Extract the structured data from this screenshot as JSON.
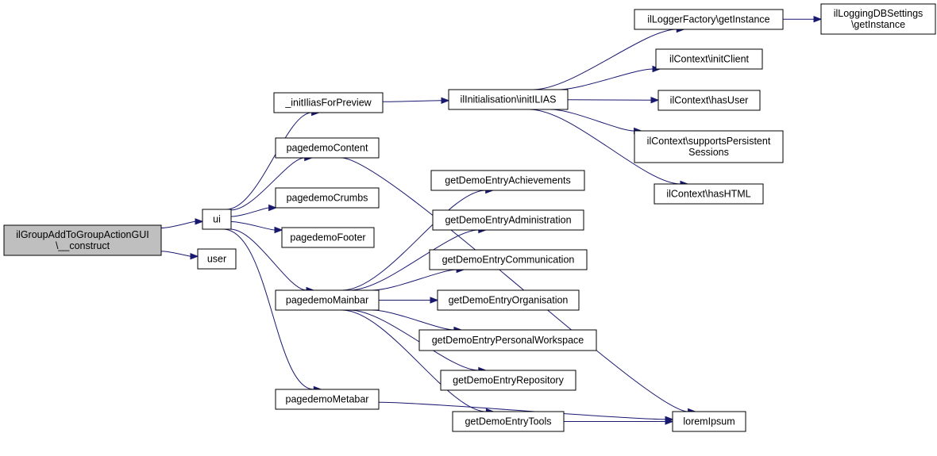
{
  "graph": {
    "edge_color": "#191970",
    "root_fill": "#bfbfbf",
    "nodes": [
      {
        "id": "root",
        "lines": [
          "ilGroupAddToGroupActionGUI",
          "\\__construct"
        ]
      },
      {
        "id": "ui",
        "lines": [
          "ui"
        ]
      },
      {
        "id": "user",
        "lines": [
          "user"
        ]
      },
      {
        "id": "initIlias",
        "lines": [
          "_initIliasForPreview"
        ]
      },
      {
        "id": "pdContent",
        "lines": [
          "pagedemoContent"
        ]
      },
      {
        "id": "pdCrumbs",
        "lines": [
          "pagedemoCrumbs"
        ]
      },
      {
        "id": "pdFooter",
        "lines": [
          "pagedemoFooter"
        ]
      },
      {
        "id": "pdMainbar",
        "lines": [
          "pagedemoMainbar"
        ]
      },
      {
        "id": "pdMetabar",
        "lines": [
          "pagedemoMetabar"
        ]
      },
      {
        "id": "initILIAS",
        "lines": [
          "ilInitialisation\\initILIAS"
        ]
      },
      {
        "id": "loggerFactory",
        "lines": [
          "ilLoggerFactory\\getInstance"
        ]
      },
      {
        "id": "loggingDB",
        "lines": [
          "ilLoggingDBSettings",
          "\\getInstance"
        ]
      },
      {
        "id": "initClient",
        "lines": [
          "ilContext\\initClient"
        ]
      },
      {
        "id": "hasUser",
        "lines": [
          "ilContext\\hasUser"
        ]
      },
      {
        "id": "supportsPS",
        "lines": [
          "ilContext\\supportsPersistent",
          "Sessions"
        ]
      },
      {
        "id": "hasHTML",
        "lines": [
          "ilContext\\hasHTML"
        ]
      },
      {
        "id": "achievements",
        "lines": [
          "getDemoEntryAchievements"
        ]
      },
      {
        "id": "administration",
        "lines": [
          "getDemoEntryAdministration"
        ]
      },
      {
        "id": "communication",
        "lines": [
          "getDemoEntryCommunication"
        ]
      },
      {
        "id": "organisation",
        "lines": [
          "getDemoEntryOrganisation"
        ]
      },
      {
        "id": "workspace",
        "lines": [
          "getDemoEntryPersonalWorkspace"
        ]
      },
      {
        "id": "repository",
        "lines": [
          "getDemoEntryRepository"
        ]
      },
      {
        "id": "tools",
        "lines": [
          "getDemoEntryTools"
        ]
      },
      {
        "id": "lorem",
        "lines": [
          "loremIpsum"
        ]
      }
    ],
    "edges": [
      {
        "from": "root",
        "to": "ui"
      },
      {
        "from": "root",
        "to": "user"
      },
      {
        "from": "ui",
        "to": "initIlias"
      },
      {
        "from": "ui",
        "to": "pdContent"
      },
      {
        "from": "ui",
        "to": "pdCrumbs"
      },
      {
        "from": "ui",
        "to": "pdFooter"
      },
      {
        "from": "ui",
        "to": "pdMainbar"
      },
      {
        "from": "ui",
        "to": "pdMetabar"
      },
      {
        "from": "initIlias",
        "to": "initILIAS"
      },
      {
        "from": "initILIAS",
        "to": "loggerFactory"
      },
      {
        "from": "initILIAS",
        "to": "initClient"
      },
      {
        "from": "initILIAS",
        "to": "hasUser"
      },
      {
        "from": "initILIAS",
        "to": "supportsPS"
      },
      {
        "from": "initILIAS",
        "to": "hasHTML"
      },
      {
        "from": "loggerFactory",
        "to": "loggingDB"
      },
      {
        "from": "pdContent",
        "to": "lorem"
      },
      {
        "from": "pdMainbar",
        "to": "achievements"
      },
      {
        "from": "pdMainbar",
        "to": "administration"
      },
      {
        "from": "pdMainbar",
        "to": "communication"
      },
      {
        "from": "pdMainbar",
        "to": "organisation"
      },
      {
        "from": "pdMainbar",
        "to": "workspace"
      },
      {
        "from": "pdMainbar",
        "to": "repository"
      },
      {
        "from": "pdMainbar",
        "to": "tools"
      },
      {
        "from": "pdMetabar",
        "to": "lorem"
      },
      {
        "from": "tools",
        "to": "lorem"
      }
    ]
  }
}
